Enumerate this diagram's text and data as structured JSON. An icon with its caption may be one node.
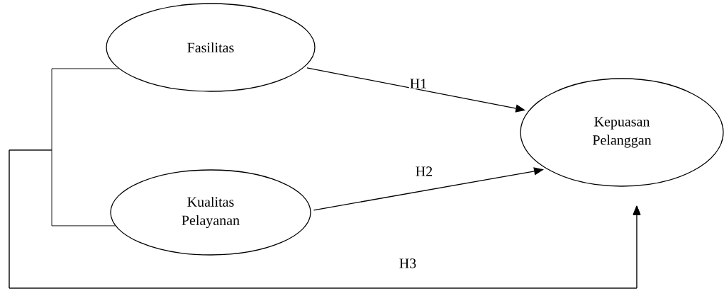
{
  "diagram": {
    "nodes": [
      {
        "text": [
          "Fasilitas"
        ]
      },
      {
        "text": [
          "Kualitas Pelayanan"
        ]
      },
      {
        "text": [
          "Kepuasan Pelanggan"
        ]
      }
    ],
    "edges": [
      {
        "from": 0,
        "to": 2,
        "arrow": "to",
        "label": "H1"
      },
      {
        "from": 1,
        "to": 2,
        "arrow": "to",
        "label": "H2"
      },
      {
        "from": 0,
        "to": 2,
        "arrow": "to",
        "label": "H3"
      },
      {
        "from": 1,
        "to": 2,
        "arrow": "to"
      }
    ]
  }
}
